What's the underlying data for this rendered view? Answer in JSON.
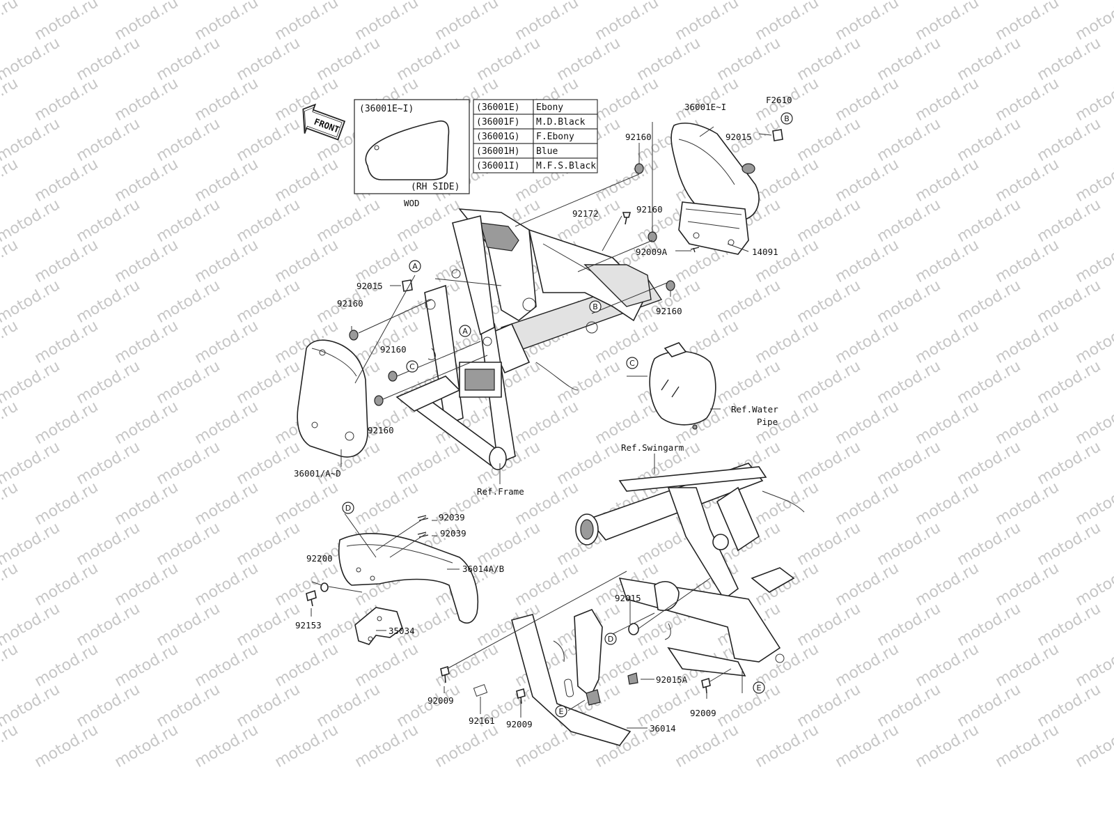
{
  "diagram_id": "F2610",
  "watermark": "motod.ru",
  "front_arrow": "FRONT",
  "inset": {
    "title": "(36001E~I)",
    "side": "(RH SIDE)",
    "note": "WOD"
  },
  "color_table": [
    {
      "code": "(36001E)",
      "color": "Ebony"
    },
    {
      "code": "(36001F)",
      "color": "M.D.Black"
    },
    {
      "code": "(36001G)",
      "color": "F.Ebony"
    },
    {
      "code": "(36001H)",
      "color": "Blue"
    },
    {
      "code": "(36001I)",
      "color": "M.F.S.Black"
    }
  ],
  "callouts": [
    "A",
    "B",
    "C",
    "D",
    "E"
  ],
  "labels": {
    "p36001EI": "36001E~I",
    "p92015_top": "92015",
    "p92160_a": "92160",
    "p92172": "92172",
    "p92160_b": "92160",
    "p92009A": "92009A",
    "p14091": "14091",
    "p92160_c": "92160",
    "p92015_left": "92015",
    "p92160_d": "92160",
    "p92160_e": "92160",
    "p92160_f": "92160",
    "p36001AD": "36001/A~D",
    "ref_frame": "Ref.Frame",
    "ref_water_1": "Ref.Water",
    "ref_water_2": "Pipe",
    "ref_swingarm": "Ref.Swingarm",
    "p92039_a": "92039",
    "p92039_b": "92039",
    "p36014AB": "36014A/B",
    "p92200": "92200",
    "p92153": "92153",
    "p35034": "35034",
    "p92015_mid": "92015",
    "p92015A": "92015A",
    "p92009_a": "92009",
    "p92161": "92161",
    "p92009_b": "92009",
    "p92009_c": "92009",
    "p36014": "36014"
  }
}
